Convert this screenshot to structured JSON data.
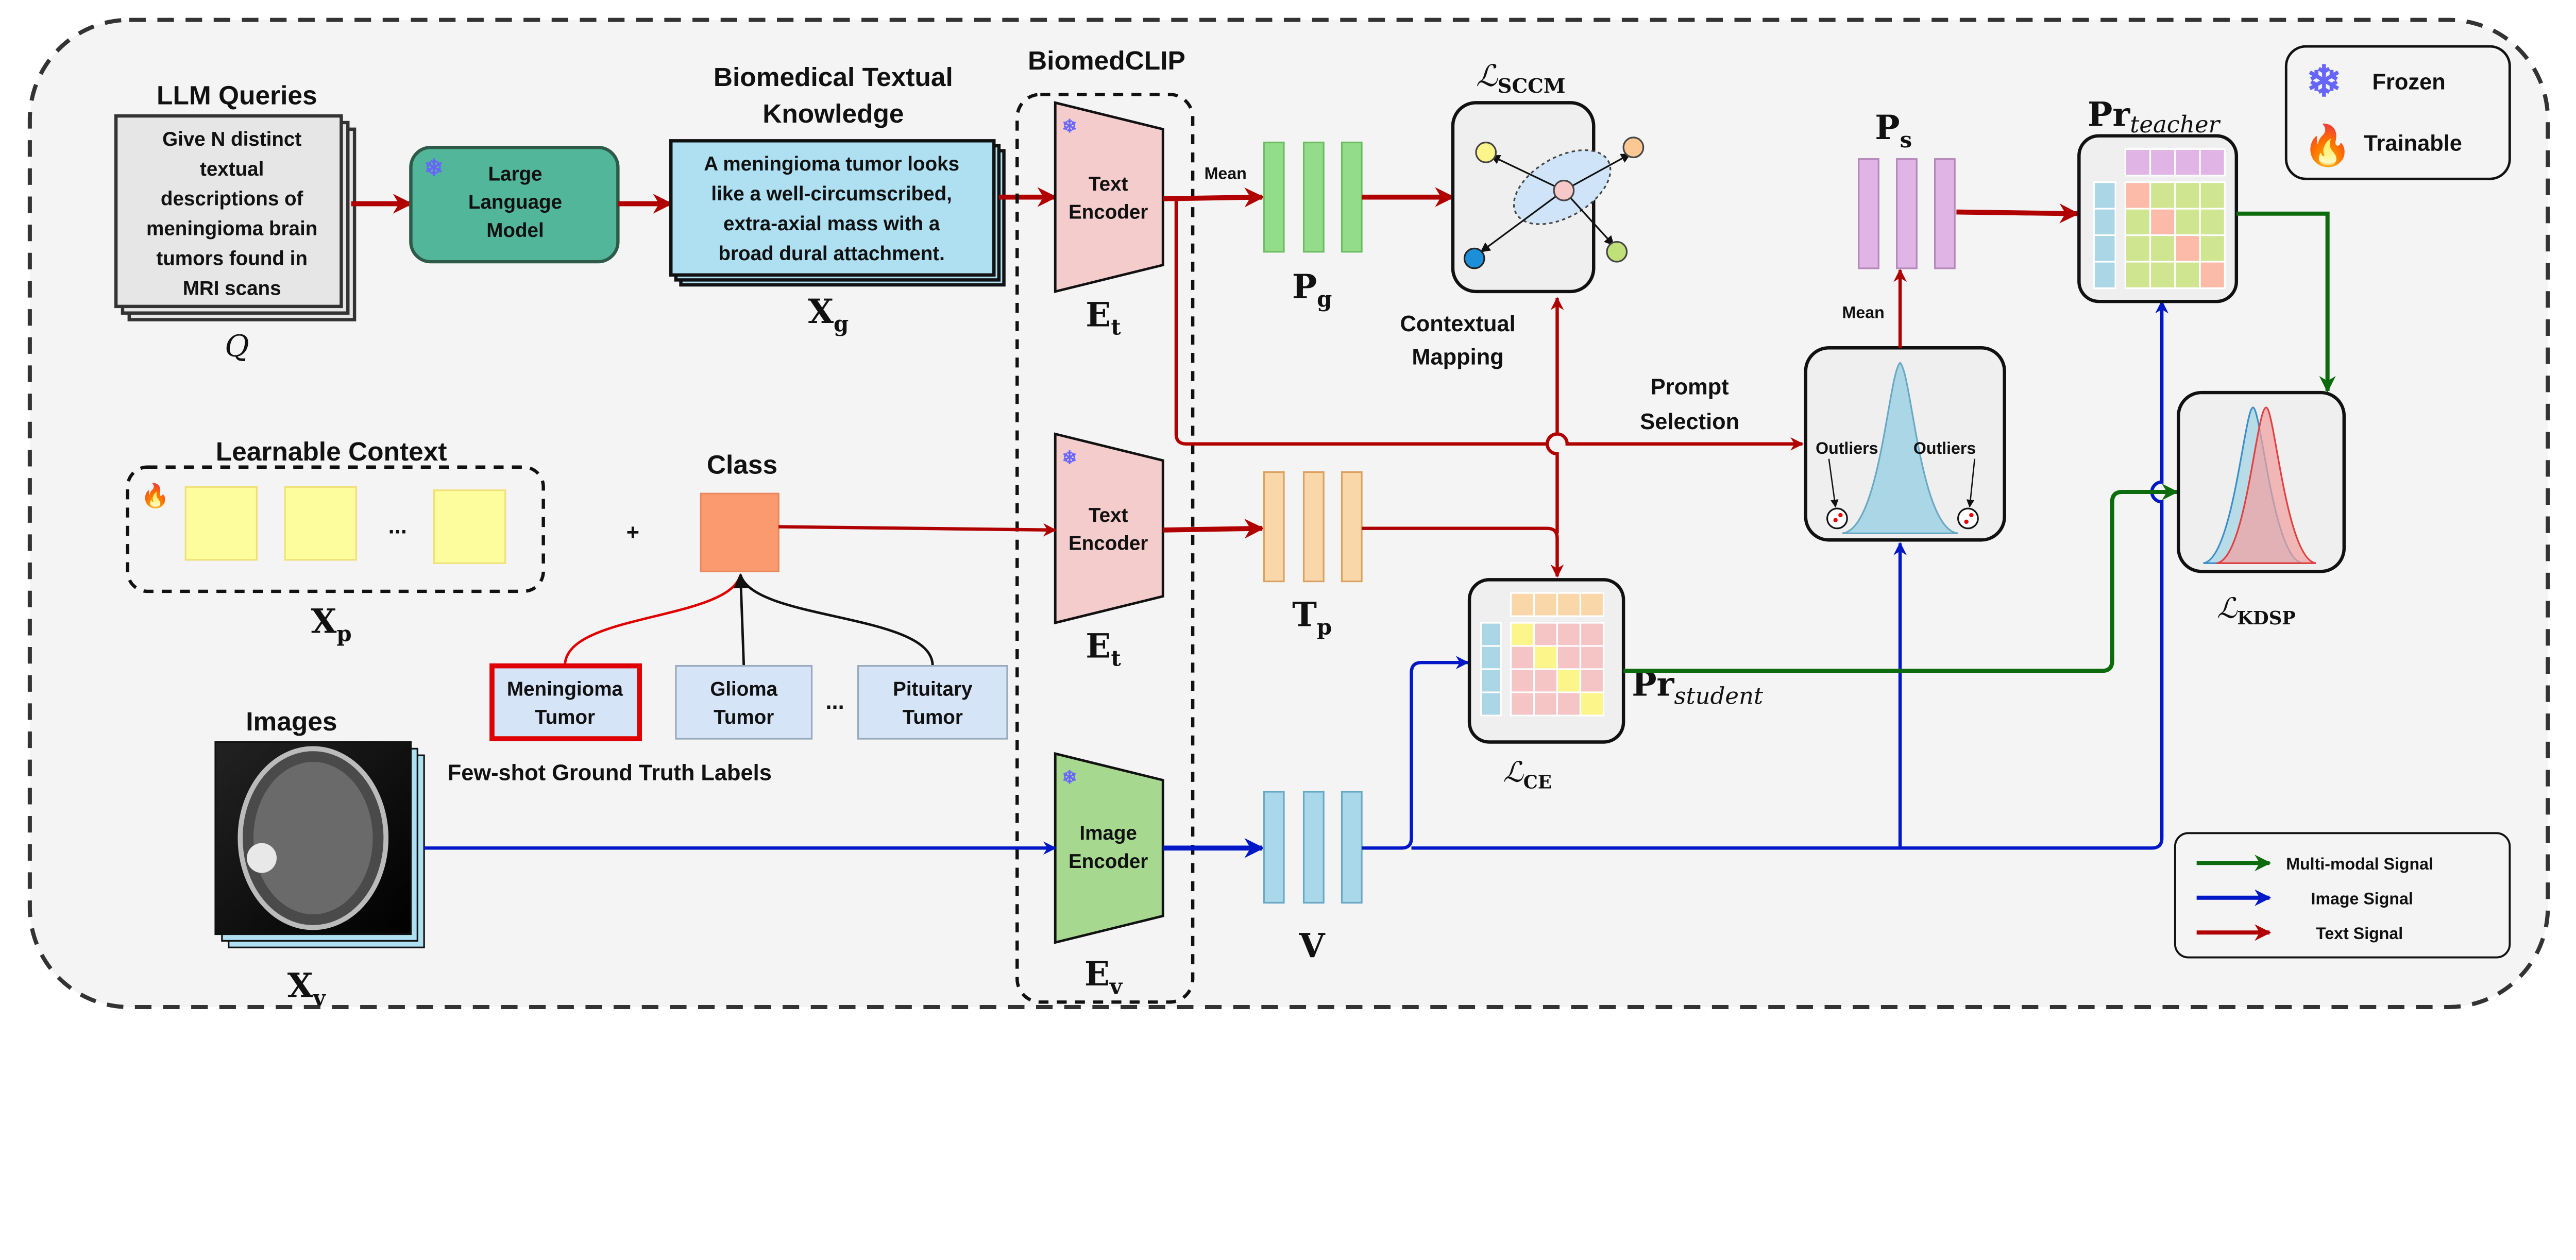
{
  "colors": {
    "text_signal": "#b00000",
    "image_signal": "#0018c8",
    "multimodal_signal": "#0c6b0c",
    "llm_box": "#52b69a",
    "knowledge_box": "#aee0f2",
    "text_encoder": "#f4cccc",
    "image_encoder": "#a6d98f",
    "frozen": "#6666ff",
    "trainable": "#ff3333"
  },
  "llm_queries": {
    "title": "LLM Queries",
    "lines": [
      "Give N distinct",
      "textual",
      "descriptions of",
      "meningioma brain",
      "tumors found in",
      "MRI scans"
    ],
    "symbol": "Q"
  },
  "llm": {
    "lines": [
      "Large",
      "Language",
      "Model"
    ],
    "icon": "snowflake-icon"
  },
  "knowledge": {
    "title_lines": [
      "Biomedical Textual",
      "Knowledge"
    ],
    "lines": [
      "A meningioma tumor looks",
      "like a well-circumscribed,",
      "extra-axial mass with a",
      "broad dural attachment."
    ],
    "symbol": {
      "base": "X",
      "sub": "g"
    }
  },
  "biomedclip": {
    "title": "BiomedCLIP",
    "text_encoder_1": {
      "lines": [
        "Text",
        "Encoder"
      ],
      "symbol": {
        "base": "E",
        "sub": "t"
      }
    },
    "text_encoder_2": {
      "lines": [
        "Text",
        "Encoder"
      ],
      "symbol": {
        "base": "E",
        "sub": "t"
      }
    },
    "image_encoder": {
      "lines": [
        "Image",
        "Encoder"
      ],
      "symbol": {
        "base": "E",
        "sub": "v"
      }
    }
  },
  "mean_label_1": "Mean",
  "mean_label_2": "Mean",
  "pg": {
    "base": "P",
    "sub": "g"
  },
  "tp": {
    "base": "T",
    "sub": "p"
  },
  "v": {
    "base": "V"
  },
  "ps": {
    "base": "P",
    "sub": "s"
  },
  "sccm": {
    "base": "ℒ",
    "sub": "SCCM"
  },
  "contextual_mapping": [
    "Contextual",
    "Mapping"
  ],
  "prompt_selection": {
    "lines": [
      "Prompt",
      "Selection"
    ],
    "outliers_left": "Outliers",
    "outliers_right": "Outliers"
  },
  "pr_teacher": {
    "base": "Pr",
    "sub": "teacher"
  },
  "pr_student": {
    "base": "Pr",
    "sub": "student"
  },
  "ce": {
    "base": "ℒ",
    "sub": "CE"
  },
  "kdsp": {
    "base": "ℒ",
    "sub": "KDSP"
  },
  "legend_top": {
    "frozen": "Frozen",
    "trainable": "Trainable"
  },
  "learnable_context": {
    "title": "Learnable Context",
    "ellipsis": "...",
    "symbol": {
      "base": "X",
      "sub": "p"
    }
  },
  "plus": "+",
  "class_title": "Class",
  "labels": {
    "meningioma": [
      "Meningioma",
      "Tumor"
    ],
    "glioma": [
      "Glioma",
      "Tumor"
    ],
    "ellipsis": "...",
    "pituitary": [
      "Pituitary",
      "Tumor"
    ],
    "caption": "Few-shot Ground Truth Labels"
  },
  "images": {
    "title": "Images",
    "symbol": {
      "base": "X",
      "sub": "v"
    }
  },
  "legend_bottom": {
    "multimodal": "Multi-modal Signal",
    "image": "Image Signal",
    "text": "Text Signal"
  }
}
